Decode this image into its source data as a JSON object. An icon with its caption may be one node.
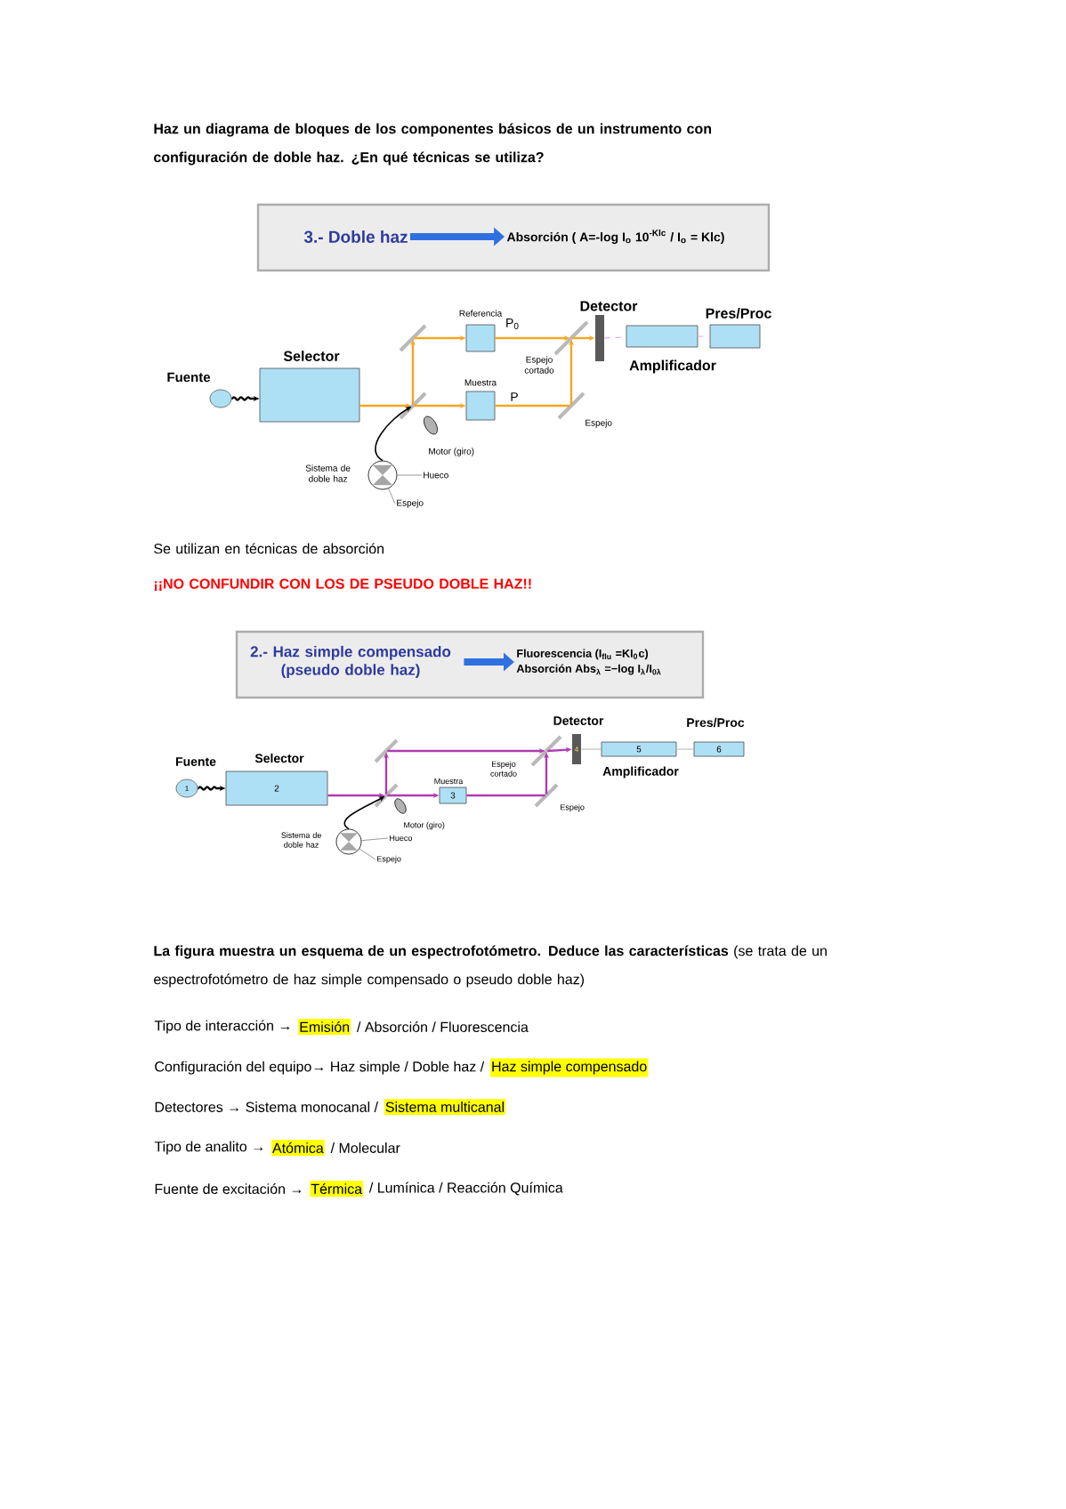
{
  "diagram": {
    "nodes": [
      {
        "text": [],
        "shape": "box"
      },
      {
        "text": [
          "3.- Doble haz"
        ],
        "in": 0
      },
      {
        "text": [
          "Absorción ( A=-log I$_{o}$ 10$^{-Klc}$ / I$_{o}$ = Klc)"
        ],
        "in": 0
      },
      {
        "text": [
          "Fuente"
        ]
      },
      {
        "text": [
          "Selector"
        ]
      },
      {
        "text": [],
        "shape": "mirror"
      },
      {
        "text": [],
        "shape": "mirror"
      },
      {
        "text": [
          "Referencia"
        ],
        "beside": [
          "P$_{0}$"
        ]
      },
      {
        "text": [
          "Muestra"
        ],
        "beside": [
          "P"
        ]
      },
      {
        "text": [
          "Espejo cortado"
        ]
      },
      {
        "text": [
          "Espejo"
        ]
      },
      {
        "text": [
          "Detector"
        ]
      },
      {
        "text": [
          "Amplificador"
        ]
      },
      {
        "text": [
          "Pres/Proc"
        ]
      },
      {
        "text": [
          "Motor (giro)"
        ]
      },
      {
        "text": [
          "Sistema de doble haz"
        ]
      },
      {
        "text": [
          "Hueco"
        ]
      },
      {
        "text": [
          "Espejo"
        ]
      },
      {
        "text": [],
        "shape": "box"
      },
      {
        "text": [
          "2.- Haz simple compensado (pseudo doble haz)"
        ],
        "in": 18
      },
      {
        "text": [
          "Fluorescencia (I$_{flu}$ =KI$_{0}$c)",
          "Absorción Abs$_{λ}$ =−log I$_{λ}$/I$_{0λ}$"
        ],
        "in": 18
      },
      {
        "text": [
          "Fuente",
          "1"
        ]
      },
      {
        "text": [
          "Selector",
          "2"
        ]
      },
      {
        "text": [],
        "shape": "mirror"
      },
      {
        "text": [],
        "shape": "mirror"
      },
      {
        "text": [
          "Muestra",
          "3"
        ]
      },
      {
        "text": [
          "Espejo cortado"
        ]
      },
      {
        "text": [
          "Espejo"
        ]
      },
      {
        "text": [
          "Detector",
          "4"
        ]
      },
      {
        "text": [
          "5",
          "Amplificador"
        ]
      },
      {
        "text": [
          "Pres/Proc",
          "6"
        ]
      },
      {
        "text": [
          "Motor (giro)"
        ]
      },
      {
        "text": [
          "Sistema de doble haz"
        ]
      },
      {
        "text": [
          "Hueco"
        ]
      },
      {
        "text": [
          "Espejo"
        ]
      }
    ],
    "edges": [
      {
        "from": 1,
        "to": 2,
        "arrow": "to",
        "style": "thick",
        "color": "#2f6fe0"
      },
      {
        "from": 3,
        "to": 4,
        "arrow": "to",
        "color": "#000000"
      },
      {
        "from": 4,
        "to": 5,
        "arrow": "to"
      },
      {
        "from": 5,
        "to": 6,
        "arrow": "to"
      },
      {
        "from": 6,
        "to": 7,
        "arrow": "to"
      },
      {
        "from": 7,
        "to": 9,
        "arrow": "to"
      },
      {
        "from": 5,
        "to": 8,
        "arrow": "to"
      },
      {
        "from": 8,
        "to": 10,
        "arrow": "none"
      },
      {
        "from": 10,
        "to": 9,
        "arrow": "to"
      },
      {
        "from": 9,
        "to": 11,
        "arrow": "to"
      },
      {
        "from": 11,
        "to": 12,
        "arrow": "none",
        "style": "dashed",
        "color": "#e6a0e6"
      },
      {
        "from": 12,
        "to": 13,
        "arrow": "none",
        "style": "dashed",
        "color": "#e6a0e6"
      },
      {
        "from": 15,
        "to": 5,
        "arrow": "to",
        "color": "#000000"
      },
      {
        "from": 16,
        "to": 15,
        "arrow": "none",
        "color": "#808080"
      },
      {
        "from": 17,
        "to": 15,
        "arrow": "none",
        "color": "#808080"
      },
      {
        "from": 19,
        "to": 20,
        "arrow": "to",
        "style": "thick",
        "color": "#2f6fe0"
      },
      {
        "from": 21,
        "to": 22,
        "arrow": "to",
        "color": "#000000"
      },
      {
        "from": 22,
        "to": 23,
        "arrow": "to",
        "color": "#b03cb0"
      },
      {
        "from": 23,
        "to": 24,
        "arrow": "to",
        "color": "#b03cb0"
      },
      {
        "from": 24,
        "to": 26,
        "arrow": "to",
        "color": "#b03cb0"
      },
      {
        "from": 23,
        "to": 25,
        "arrow": "to",
        "color": "#b03cb0"
      },
      {
        "from": 25,
        "to": 27,
        "arrow": "none",
        "color": "#b03cb0"
      },
      {
        "from": 27,
        "to": 26,
        "arrow": "to",
        "color": "#b03cb0"
      },
      {
        "from": 26,
        "to": 28,
        "arrow": "to",
        "color": "#b03cb0"
      },
      {
        "from": 28,
        "to": 29,
        "arrow": "none",
        "color": "#c0c0c0"
      },
      {
        "from": 29,
        "to": 30,
        "arrow": "none",
        "color": "#c0c0c0"
      },
      {
        "from": 32,
        "to": 23,
        "arrow": "to",
        "color": "#000000"
      },
      {
        "from": 33,
        "to": 32,
        "arrow": "none",
        "color": "#808080"
      },
      {
        "from": 34,
        "to": 32,
        "arrow": "none",
        "color": "#808080"
      }
    ],
    "labels": [
      "Haz un diagrama de bloques de los componentes básicos de un instrumento con configuración de doble haz. ¿En qué técnicas se utiliza?",
      "Se utilizan en técnicas de absorción",
      "¡¡NO CONFUNDIR CON LOS DE PSEUDO DOBLE HAZ!!",
      "**La figura muestra un esquema de un espectrofotómetro. Deduce las características** (se trata de un espectrofotómetro de haz simple compensado o pseudo doble haz)",
      "Tipo de interacción →",
      "Emisión",
      "/ Absorción / Fluorescencia",
      "Configuración del equipo→ Haz simple / Doble haz /",
      "Haz simple compensado",
      "Detectores → Sistema monocanal /",
      "Sistema multicanal",
      "Tipo de analito →",
      "Atómica",
      "/ Molecular",
      "Fuente de excitación →",
      "Térmica",
      "/ Lumínica / Reacción Química"
    ]
  }
}
